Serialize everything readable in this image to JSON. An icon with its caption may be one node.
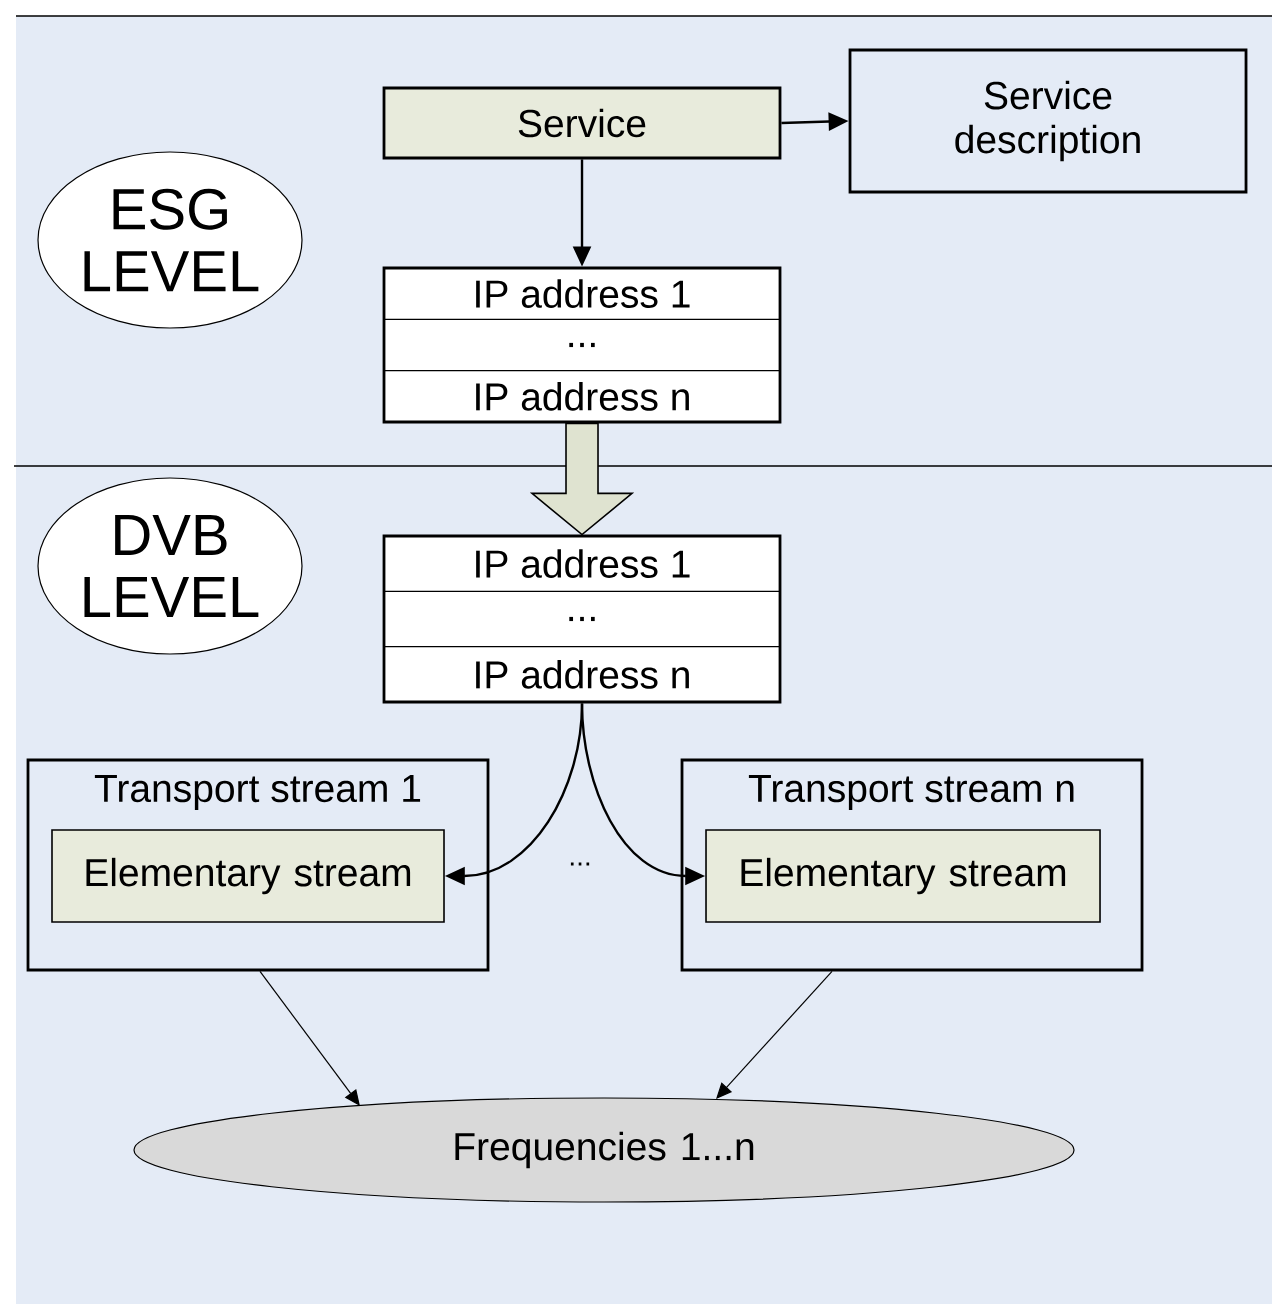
{
  "diagram": {
    "nodes": [
      {
        "text": [
          "ESG LEVEL"
        ]
      },
      {
        "text": [
          "Service"
        ]
      },
      {
        "text": [
          "Service description"
        ]
      },
      {
        "text": [
          "IP address 1",
          "...",
          "IP address n"
        ]
      },
      {
        "text": [
          "DVB LEVEL"
        ]
      },
      {
        "text": [
          "IP address 1",
          "...",
          "IP address n"
        ]
      },
      {
        "text": [
          "Transport stream 1"
        ]
      },
      {
        "text": [
          "Elementary stream"
        ],
        "in": 6
      },
      {
        "text": [
          "Transport stream n"
        ]
      },
      {
        "text": [
          "Elementary stream"
        ],
        "in": 8
      },
      {
        "text": [
          "Frequencies 1...n"
        ]
      }
    ],
    "edges": [
      {
        "from": 1,
        "to": 2,
        "arrow": "to"
      },
      {
        "from": 1,
        "to": 3,
        "arrow": "to"
      },
      {
        "from": 3,
        "to": 5,
        "arrow": "to",
        "style": "thick"
      },
      {
        "from": 5,
        "to": 7,
        "arrow": "to"
      },
      {
        "from": 5,
        "to": 9,
        "arrow": "to"
      },
      {
        "from": 6,
        "to": 10,
        "arrow": "to"
      },
      {
        "from": 8,
        "to": 10,
        "arrow": "to"
      }
    ],
    "labels": [
      "..."
    ]
  }
}
